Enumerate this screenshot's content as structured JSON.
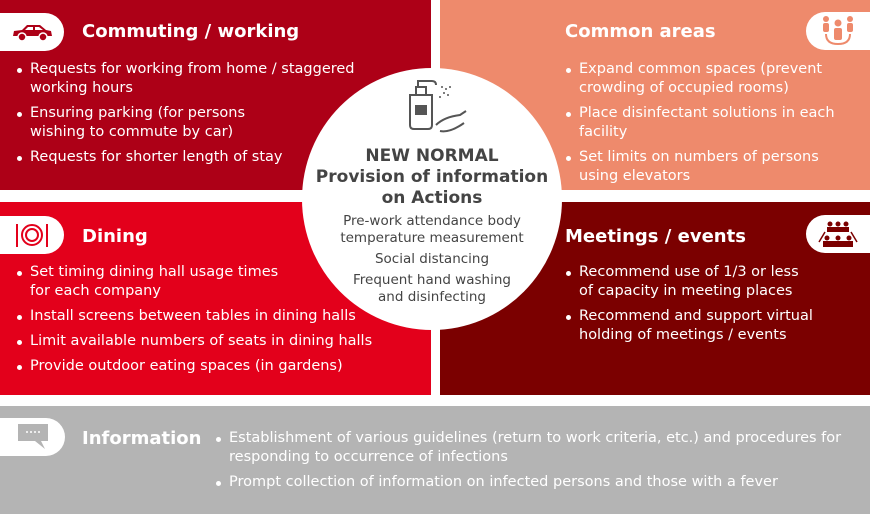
{
  "center": {
    "title_lines": [
      "NEW NORMAL",
      "Provision of information",
      "on Actions"
    ],
    "items": [
      [
        "Pre-work attendance body",
        "temperature measurement"
      ],
      [
        "Social distancing"
      ],
      [
        "Frequent hand washing",
        "and disinfecting"
      ]
    ],
    "icon": "hand-sanitizer-icon"
  },
  "commuting": {
    "title": "Commuting / working",
    "icon": "car-icon",
    "items": [
      "Requests for working from home / staggered working hours",
      "Ensuring parking (for persons wishing to commute by car)",
      "Requests for shorter length of stay"
    ]
  },
  "common": {
    "title": "Common areas",
    "icon": "people-network-icon",
    "items": [
      "Expand common spaces (prevent crowding of occupied rooms)",
      "Place disinfectant solutions in each facility",
      "Set limits on numbers of persons using elevators"
    ]
  },
  "dining": {
    "title": "Dining",
    "icon": "plate-cutlery-icon",
    "items": [
      "Set timing dining hall usage times for each company",
      "Install screens between tables in dining halls",
      "Limit available numbers of seats in dining halls",
      "Provide outdoor eating spaces (in gardens)"
    ]
  },
  "meetings": {
    "title": "Meetings / events",
    "icon": "meeting-table-icon",
    "items": [
      "Recommend use of 1/3 or less of capacity in meeting places",
      "Recommend and support virtual holding of meetings / events"
    ]
  },
  "information": {
    "title": "Information",
    "icon": "speech-bubble-icon",
    "items": [
      "Establishment of various guidelines (return to work criteria, etc.) and procedures for responding to occurrence of infections",
      "Prompt collection of information on infected persons and those with a fever"
    ]
  },
  "colors": {
    "commuting": "#ad0017",
    "common": "#ee8a6c",
    "dining": "#e3001b",
    "meetings": "#7b0000",
    "information": "#b4b4b4"
  }
}
